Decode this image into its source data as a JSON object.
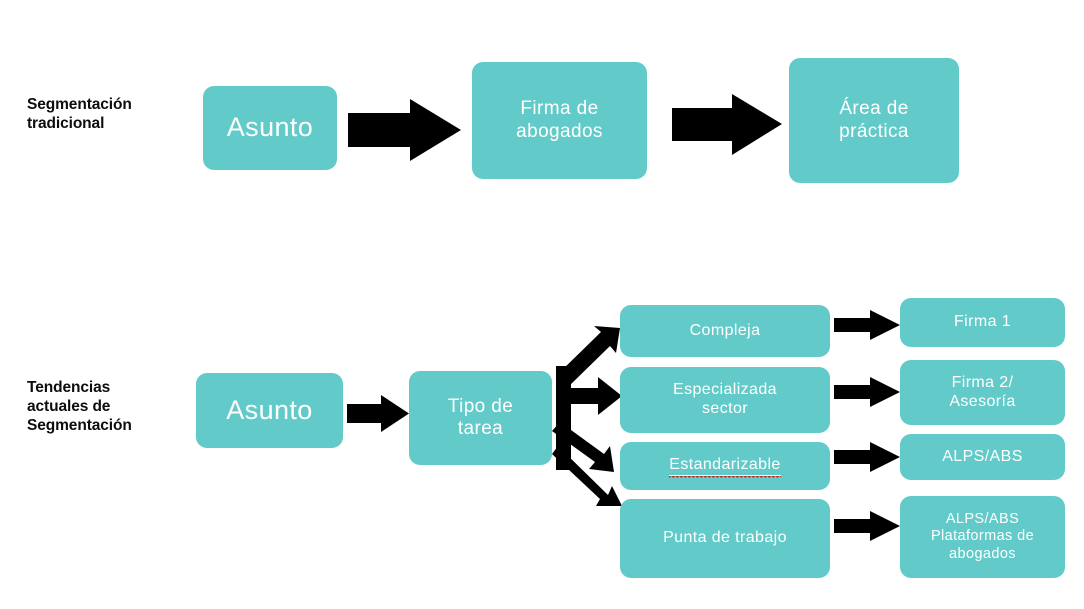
{
  "palette": {
    "teal": "#62cbc9",
    "arrow_black": "#000000",
    "label_black": "#0d0d0d",
    "box_text": "#ffffff",
    "spellcheck_red": "#b5332b",
    "background": "#ffffff"
  },
  "rows": [
    {
      "id": "traditional",
      "label": "Segmentación\ntradicional",
      "boxes": [
        {
          "name": "asunto",
          "text": "Asunto"
        },
        {
          "name": "firma-de-abogados",
          "text": "Firma de\nabogados"
        },
        {
          "name": "area-de-practica",
          "text": "Área de\npráctica"
        }
      ],
      "arrows": [
        {
          "name": "arrow-asunto-to-firma"
        },
        {
          "name": "arrow-firma-to-area"
        }
      ]
    },
    {
      "id": "current-trends",
      "label": "Tendencias\nactuales de\nSegmentación",
      "boxes": [
        {
          "name": "asunto",
          "text": "Asunto"
        },
        {
          "name": "tipo-de-tarea",
          "text": "Tipo de\ntarea"
        }
      ],
      "arrows": [
        {
          "name": "arrow-asunto-to-tipo-de-tarea"
        },
        {
          "name": "fan-arrows-tipo-de-tarea"
        }
      ],
      "task_types": [
        {
          "name": "compleja",
          "text": "Compleja",
          "misspelled": false
        },
        {
          "name": "especializada",
          "text": "Especializada\nsector",
          "misspelled": false
        },
        {
          "name": "estandarizable",
          "text": "Estandarizable",
          "misspelled": true
        },
        {
          "name": "punta-de-trabajo",
          "text": "Punta de trabajo",
          "misspelled": false
        }
      ],
      "providers": [
        {
          "name": "firma-1",
          "text": "Firma 1"
        },
        {
          "name": "firma-2",
          "text": "Firma 2/\nAsesoría"
        },
        {
          "name": "alps-abs",
          "text": "ALPS/ABS"
        },
        {
          "name": "alps-abs-plataformas",
          "text": "ALPS/ABS\nPlataformas de\nabogados"
        }
      ],
      "connector_arrows": [
        {
          "name": "arrow-compleja-to-firma-1"
        },
        {
          "name": "arrow-especializada-to-firma-2"
        },
        {
          "name": "arrow-estandarizable-to-alps-abs"
        },
        {
          "name": "arrow-punta-to-alps-abs-plataformas"
        }
      ]
    }
  ]
}
